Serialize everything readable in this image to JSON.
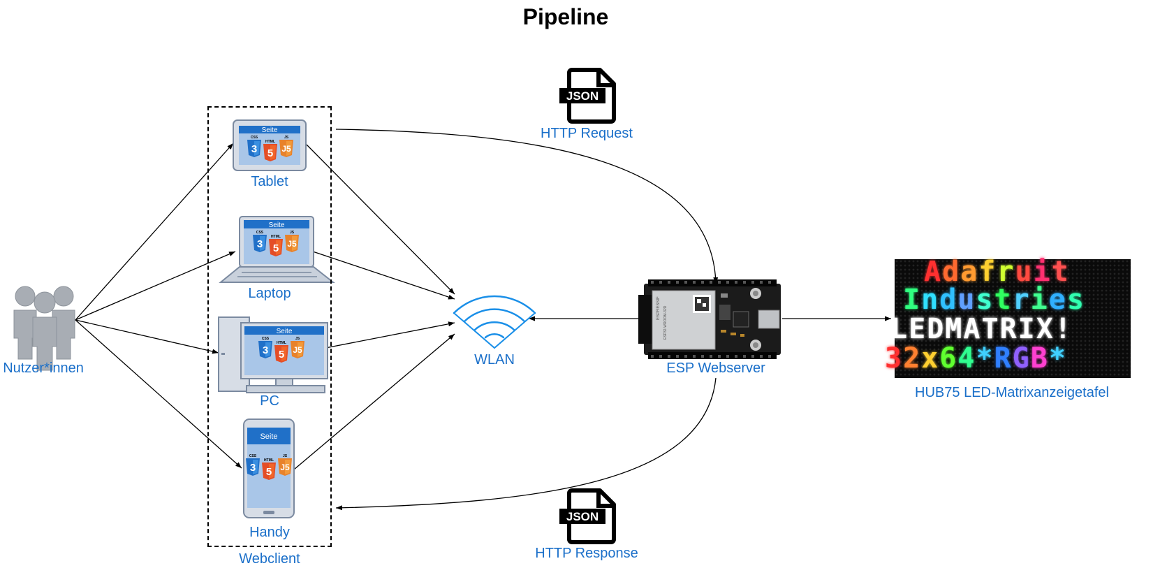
{
  "title": "Pipeline",
  "nodes": {
    "users": "Nutzer*innen",
    "tablet": "Tablet",
    "laptop": "Laptop",
    "pc": "PC",
    "phone": "Handy",
    "webclient": "Webclient",
    "wlan": "WLAN",
    "esp": "ESP Webserver",
    "matrix": "HUB75 LED-Matrixanzeigetafel"
  },
  "edges": {
    "request": "HTTP Request",
    "response": "HTTP Response",
    "json_icon": "JSON"
  },
  "page_icon": {
    "header": "Seite",
    "css": "CSS",
    "html": "HTML",
    "js": "JS",
    "css_num": "3",
    "html_num": "5",
    "js_glyph": "J5"
  },
  "esp_chip": {
    "maker": "ESPRESSIF",
    "model": "ESP32-WROOM-32D"
  },
  "led_matrix": {
    "lines": [
      {
        "text": "Adafruit",
        "colors": [
          "#ff3030",
          "#ff6a30",
          "#ff9a30",
          "#ffd030",
          "#d0ff30",
          "#ff4a40",
          "#ff3070",
          "#ff5050"
        ]
      },
      {
        "text": "Industries",
        "colors": [
          "#30ff80",
          "#30e0ff",
          "#30c0ff",
          "#60a0ff",
          "#40ffd0",
          "#30ff60",
          "#50d0ff",
          "#40ff90",
          "#30b0ff",
          "#30ffb0"
        ]
      },
      {
        "text": "LED MATRIX!",
        "colors": [
          "#ffffff",
          "#ffffff",
          "#ffffff",
          "#ffffff",
          "#ffffff",
          "#ffffff",
          "#ffffff",
          "#ffffff",
          "#ffffff",
          "#ffffff",
          "#ffffff"
        ]
      },
      {
        "text": "32x64 *RGB*",
        "colors": [
          "#ff3030",
          "#ff8030",
          "#ffd030",
          "#60ff30",
          "#30ff90",
          "#000000",
          "#30d0ff",
          "#3080ff",
          "#9060ff",
          "#ff40d0",
          "#ff3060"
        ]
      }
    ]
  },
  "colors": {
    "label_blue": "#1a6fc9",
    "device_blue": "#2070c8",
    "device_fill": "#b6c8df",
    "user_grey": "#a8adb4",
    "wifi_blue": "#1a8fe8"
  }
}
